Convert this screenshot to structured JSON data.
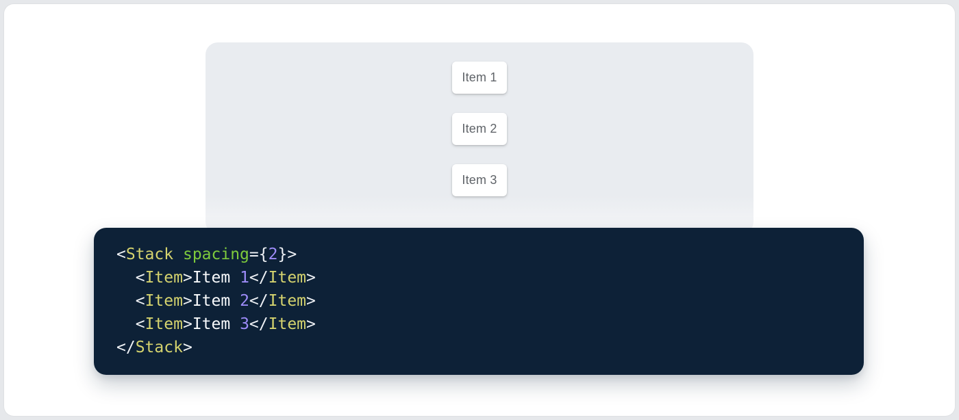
{
  "preview": {
    "items": [
      {
        "label": "Item 1"
      },
      {
        "label": "Item 2"
      },
      {
        "label": "Item 3"
      }
    ]
  },
  "code": {
    "language": "jsx",
    "text": "<Stack spacing={2}>\n  <Item>Item 1</Item>\n  <Item>Item 2</Item>\n  <Item>Item 3</Item>\n</Stack>",
    "lines": [
      [
        {
          "c": "punct",
          "t": "<"
        },
        {
          "c": "tag",
          "t": "Stack"
        },
        {
          "c": "plain",
          "t": " "
        },
        {
          "c": "attr",
          "t": "spacing"
        },
        {
          "c": "punct",
          "t": "="
        },
        {
          "c": "punct",
          "t": "{"
        },
        {
          "c": "num",
          "t": "2"
        },
        {
          "c": "punct",
          "t": "}"
        },
        {
          "c": "punct",
          "t": ">"
        }
      ],
      [
        {
          "c": "plain",
          "t": "  "
        },
        {
          "c": "punct",
          "t": "<"
        },
        {
          "c": "tag",
          "t": "Item"
        },
        {
          "c": "punct",
          "t": ">"
        },
        {
          "c": "plain",
          "t": "Item "
        },
        {
          "c": "num",
          "t": "1"
        },
        {
          "c": "punct",
          "t": "</"
        },
        {
          "c": "tag",
          "t": "Item"
        },
        {
          "c": "punct",
          "t": ">"
        }
      ],
      [
        {
          "c": "plain",
          "t": "  "
        },
        {
          "c": "punct",
          "t": "<"
        },
        {
          "c": "tag",
          "t": "Item"
        },
        {
          "c": "punct",
          "t": ">"
        },
        {
          "c": "plain",
          "t": "Item "
        },
        {
          "c": "num",
          "t": "2"
        },
        {
          "c": "punct",
          "t": "</"
        },
        {
          "c": "tag",
          "t": "Item"
        },
        {
          "c": "punct",
          "t": ">"
        }
      ],
      [
        {
          "c": "plain",
          "t": "  "
        },
        {
          "c": "punct",
          "t": "<"
        },
        {
          "c": "tag",
          "t": "Item"
        },
        {
          "c": "punct",
          "t": ">"
        },
        {
          "c": "plain",
          "t": "Item "
        },
        {
          "c": "num",
          "t": "3"
        },
        {
          "c": "punct",
          "t": "</"
        },
        {
          "c": "tag",
          "t": "Item"
        },
        {
          "c": "punct",
          "t": ">"
        }
      ],
      [
        {
          "c": "punct",
          "t": "</"
        },
        {
          "c": "tag",
          "t": "Stack"
        },
        {
          "c": "punct",
          "t": ">"
        }
      ]
    ]
  },
  "colors": {
    "code-bg": "#0d2137",
    "code-tag": "#d5d36e",
    "code-attr": "#7ecb3c",
    "code-num": "#9e8cf9",
    "code-punct": "#eef1f5",
    "code-plain": "#f8fafc",
    "panel-bg": "#e9ecf0",
    "card-text": "#5f6368",
    "page-bg": "#e6e8eb",
    "sheet-bg": "#ffffff"
  }
}
